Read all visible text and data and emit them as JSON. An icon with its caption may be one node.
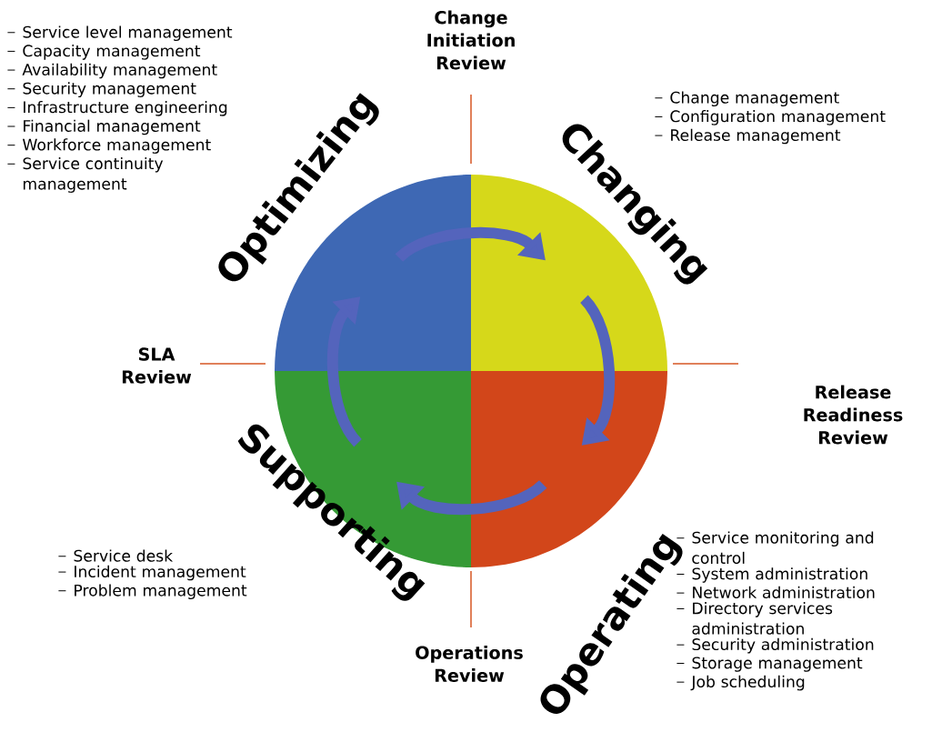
{
  "diagram": {
    "nodes": [
      {
        "text": [],
        "shape": "quadrant",
        "beside": [
          "Service level management",
          "Capacity management",
          "Availability management",
          "Security management",
          "Infrastructure engineering",
          "Financial management",
          "Workforce management",
          "Service continuity management"
        ]
      },
      {
        "text": [],
        "shape": "quadrant",
        "beside": [
          "Change management",
          "Configuration management",
          "Release management"
        ]
      },
      {
        "text": [],
        "shape": "quadrant",
        "beside": [
          "Service monitoring and control",
          "System administration",
          "Network administration",
          "Directory services administration",
          "Security administration",
          "Storage management",
          "Job scheduling"
        ]
      },
      {
        "text": [],
        "shape": "quadrant",
        "beside": [
          "Service desk",
          "Incident management",
          "Problem management"
        ]
      }
    ],
    "edges": [
      {
        "from": 0,
        "to": 1,
        "arrow": "to"
      },
      {
        "from": 1,
        "to": 2,
        "arrow": "to"
      },
      {
        "from": 2,
        "to": 3,
        "arrow": "to"
      },
      {
        "from": 3,
        "to": 0,
        "arrow": "to"
      }
    ],
    "labels": [
      "Change Initiation Review",
      "Optimizing",
      "Changing",
      "SLA Review",
      "Release Readiness Review",
      "Supporting",
      "Operating",
      "Operations Review"
    ]
  }
}
